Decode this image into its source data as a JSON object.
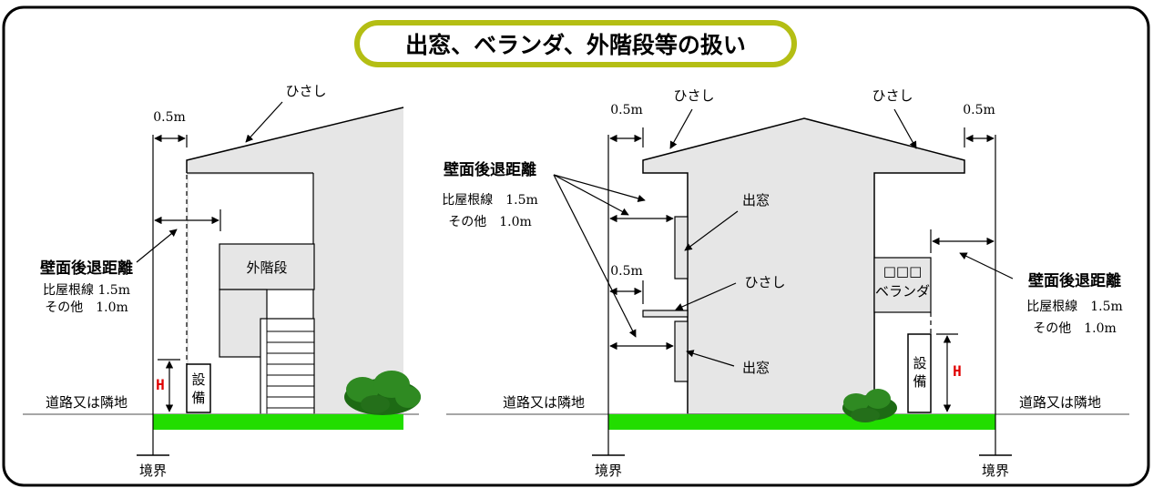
{
  "title": "出窓、ベランダ、外階段等の扱い",
  "colors": {
    "ground": "#22dd00",
    "building": "#e6e6e6",
    "accent": "#e00000",
    "title_border": "#b4be14",
    "bush": "#1d6a14"
  },
  "left": {
    "dim_05": "0.5m",
    "hisashi": "ひさし",
    "setback_title": "壁面後退距離",
    "setback_line1": "比屋根線 1.5m",
    "setback_line2": "その他　1.0m",
    "stairs": "外階段",
    "equip_1": "設",
    "equip_2": "備",
    "height_mark": "H",
    "road": "道路又は隣地",
    "boundary": "境界"
  },
  "right": {
    "dim_05_left": "0.5m",
    "dim_05_right": "0.5m",
    "dim_05_mid": "0.5m",
    "hisashi_left": "ひさし",
    "hisashi_right": "ひさし",
    "hisashi_mid": "ひさし",
    "setback_title_left": "壁面後退距離",
    "setback_left_line1": "比屋根線　1.5m",
    "setback_left_line2": "その他　1.0m",
    "bay_window_top": "出窓",
    "bay_window_bottom": "出窓",
    "veranda_windows": "□□□",
    "veranda": "ベランダ",
    "equip_1": "設",
    "equip_2": "備",
    "height_mark": "H",
    "setback_title_right": "壁面後退距離",
    "setback_right_line1": "比屋根線　1.5m",
    "setback_right_line2": "その他　1.0m",
    "road_left": "道路又は隣地",
    "road_right": "道路又は隣地",
    "boundary_left": "境界",
    "boundary_right": "境界"
  }
}
